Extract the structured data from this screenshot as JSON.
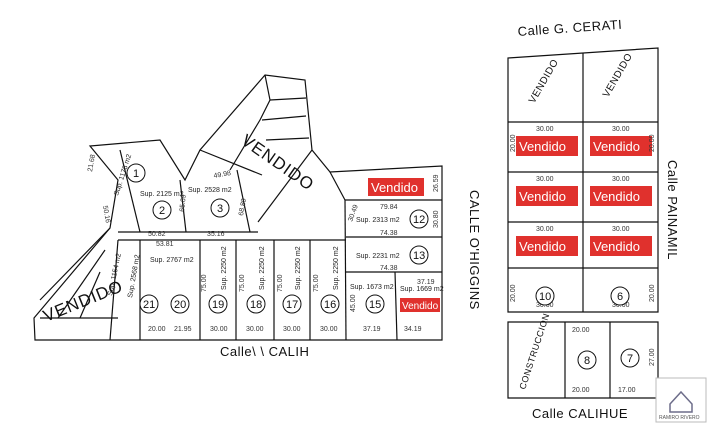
{
  "streets": {
    "north": "Calle  G.  CERATI",
    "east": "Calle  PAINAMIL",
    "middle": "CALLE  O'HIGGINS",
    "south_left": "Calle\\ \\ CALIH",
    "south_right": "Calle  CALIHUE"
  },
  "labels": {
    "vendido": "VENDIDO",
    "sold_tag": "Vendido",
    "construccion": "CONSTRUCCION"
  },
  "lots": {
    "l1": "1",
    "l2": "2",
    "l3": "3",
    "l12": "12",
    "l13": "13",
    "l15": "15",
    "l16": "16",
    "l17": "17",
    "l18": "18",
    "l19": "19",
    "l20": "20",
    "l21": "21",
    "r10": "10",
    "r6": "6",
    "r8": "8",
    "r7": "7"
  },
  "surfaces": {
    "s2": "Sup. 2125 m2",
    "s3": "Sup. 2528 m2",
    "s1": "Sup. 1178 m2",
    "s12": "Sup. 2313 m2",
    "s13": "Sup. 2231 m2",
    "s15": "Sup. 1673 m2",
    "s14": "Sup. 1669 m2",
    "s20": "Sup. 2767 m2",
    "s21": "Sup. 2568 m2",
    "s22": "Sup. 1154 m2",
    "s19": "Sup. 2250 m2",
    "s18": "Sup. 2250 m2",
    "s17": "Sup. 2250 m2",
    "s16": "Sup. 2250 m2"
  },
  "dimensions": {
    "d5082": "50.82",
    "d3516": "35.16",
    "d5381": "53.81",
    "d7984": "79.84",
    "d7438a": "74.38",
    "d7438b": "74.38",
    "d3719a": "37.19",
    "d3719b": "37.19",
    "d3419": "34.19",
    "d3000a": "30.00",
    "d3000b": "30.00",
    "d3000c": "30.00",
    "d3000d": "30.00",
    "d2000": "20.00",
    "d2195": "21.95",
    "d7500a": "75.00",
    "d7500b": "75.00",
    "d7500c": "75.00",
    "d7500d": "75.00",
    "d4500": "45.00",
    "d2659": "26.59",
    "d3049": "30.49",
    "d3080": "30.80",
    "d4998": "49.98",
    "d6569": "65.69",
    "d6889": "68.89",
    "d2168": "21.68",
    "d5016": "50.16",
    "r3000a": "30.00",
    "r3000b": "30.00",
    "r3000c": "30.00",
    "r3000d": "30.00",
    "r3000e": "30.00",
    "r3000f": "30.00",
    "r3000g": "30.00",
    "r3000h": "30.00",
    "r2000a": "20.00",
    "r2000b": "20.00",
    "r2000c": "20.00",
    "r2000d": "20.00",
    "r2000e": "20.00",
    "r2000f": "20.00",
    "r2700": "27.00",
    "r1700": "17.00"
  },
  "logo": {
    "text": "RAMIRO RIVERO"
  },
  "colors": {
    "sold": "#e0312d",
    "lines": "#111111",
    "background": "#ffffff"
  }
}
